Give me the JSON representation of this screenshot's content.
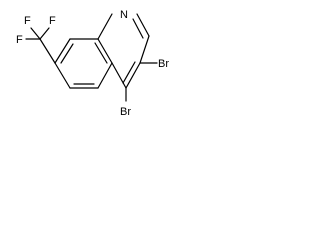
{
  "structure": {
    "atoms": {
      "f_top_left": "F",
      "f_top_right": "F",
      "f_left": "F",
      "nitrogen": "N",
      "br_right": "Br",
      "br_bottom": "Br"
    }
  },
  "colors": {
    "bond": "#000000",
    "label": "#000000",
    "background": "#ffffff"
  }
}
